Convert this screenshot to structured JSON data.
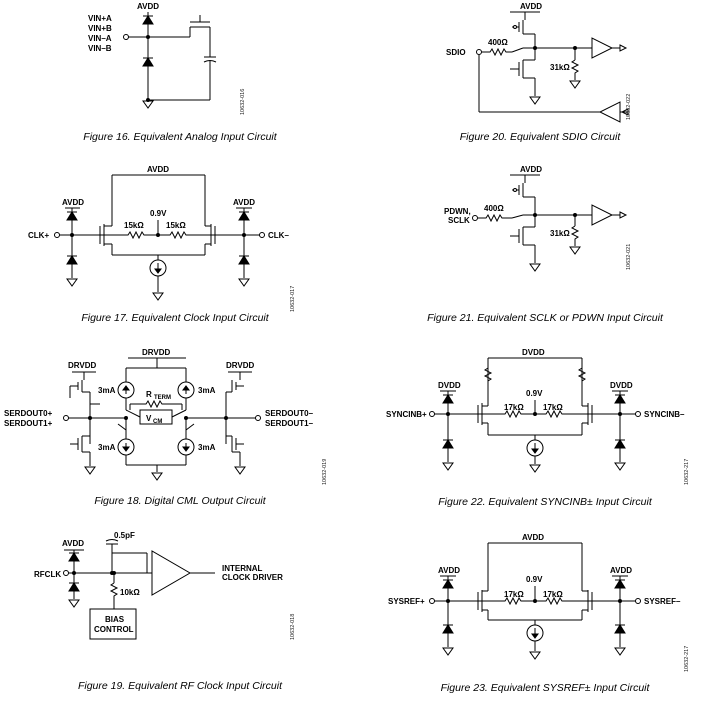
{
  "figures": {
    "fig16": {
      "caption": "Figure 16. Equivalent Analog Input Circuit",
      "ref": "10632-016",
      "labels": {
        "supply": "AVDD",
        "in1": "VIN+A",
        "in2": "VIN+B",
        "in3": "VIN–A",
        "in4": "VIN–B"
      }
    },
    "fig17": {
      "caption": "Figure 17. Equivalent Clock Input Circuit",
      "ref": "10632-017",
      "labels": {
        "supply_top": "AVDD",
        "supply_left": "AVDD",
        "supply_right": "AVDD",
        "r1": "15kΩ",
        "r2": "15kΩ",
        "vcm": "0.9V",
        "in_pos": "CLK+",
        "in_neg": "CLK–"
      }
    },
    "fig18": {
      "caption": "Figure 18. Digital CML Output Circuit",
      "ref": "10632-019",
      "labels": {
        "supply_top": "DRVDD",
        "supply_left": "DRVDD",
        "supply_right": "DRVDD",
        "i_tl": "3mA",
        "i_tr": "3mA",
        "i_bl": "3mA",
        "i_br": "3mA",
        "rterm": "R",
        "rterm_sub": "TERM",
        "vcm": "V",
        "vcm_sub": "CM",
        "out_l1": "SERDOUT0+",
        "out_l2": "SERDOUT1+",
        "out_r1": "SERDOUT0–",
        "out_r2": "SERDOUT1–"
      }
    },
    "fig19": {
      "caption": "Figure 19. Equivalent RF Clock Input Circuit",
      "ref": "10632-018",
      "labels": {
        "supply": "AVDD",
        "cap": "0.5pF",
        "res": "10kΩ",
        "input": "RFCLK",
        "bias1": "BIAS",
        "bias2": "CONTROL",
        "out1": "INTERNAL",
        "out2": "CLOCK DRIVER"
      }
    },
    "fig20": {
      "caption": "Figure 20. Equivalent SDIO Circuit",
      "ref": "10632-022",
      "labels": {
        "supply": "AVDD",
        "r1": "400Ω",
        "r2": "31kΩ",
        "pin": "SDIO"
      }
    },
    "fig21": {
      "caption": "Figure 21. Equivalent SCLK or PDWN Input Circuit",
      "ref": "10632-021",
      "labels": {
        "supply": "AVDD",
        "r1": "400Ω",
        "r2": "31kΩ",
        "pin1": "PDWN,",
        "pin2": "SCLK"
      }
    },
    "fig22": {
      "caption": "Figure 22. Equivalent SYNCINB± Input Circuit",
      "ref": "10632-217",
      "labels": {
        "supply_top": "DVDD",
        "supply_left": "DVDD",
        "supply_right": "DVDD",
        "r1": "17kΩ",
        "r2": "17kΩ",
        "vcm": "0.9V",
        "in_pos": "SYNCINB+",
        "in_neg": "SYNCINB–"
      }
    },
    "fig23": {
      "caption": "Figure 23. Equivalent SYSREF± Input Circuit",
      "ref": "10632-217",
      "labels": {
        "supply_top": "AVDD",
        "supply_left": "AVDD",
        "supply_right": "AVDD",
        "r1": "17kΩ",
        "r2": "17kΩ",
        "vcm": "0.9V",
        "in_pos": "SYSREF+",
        "in_neg": "SYSREF–"
      }
    }
  }
}
